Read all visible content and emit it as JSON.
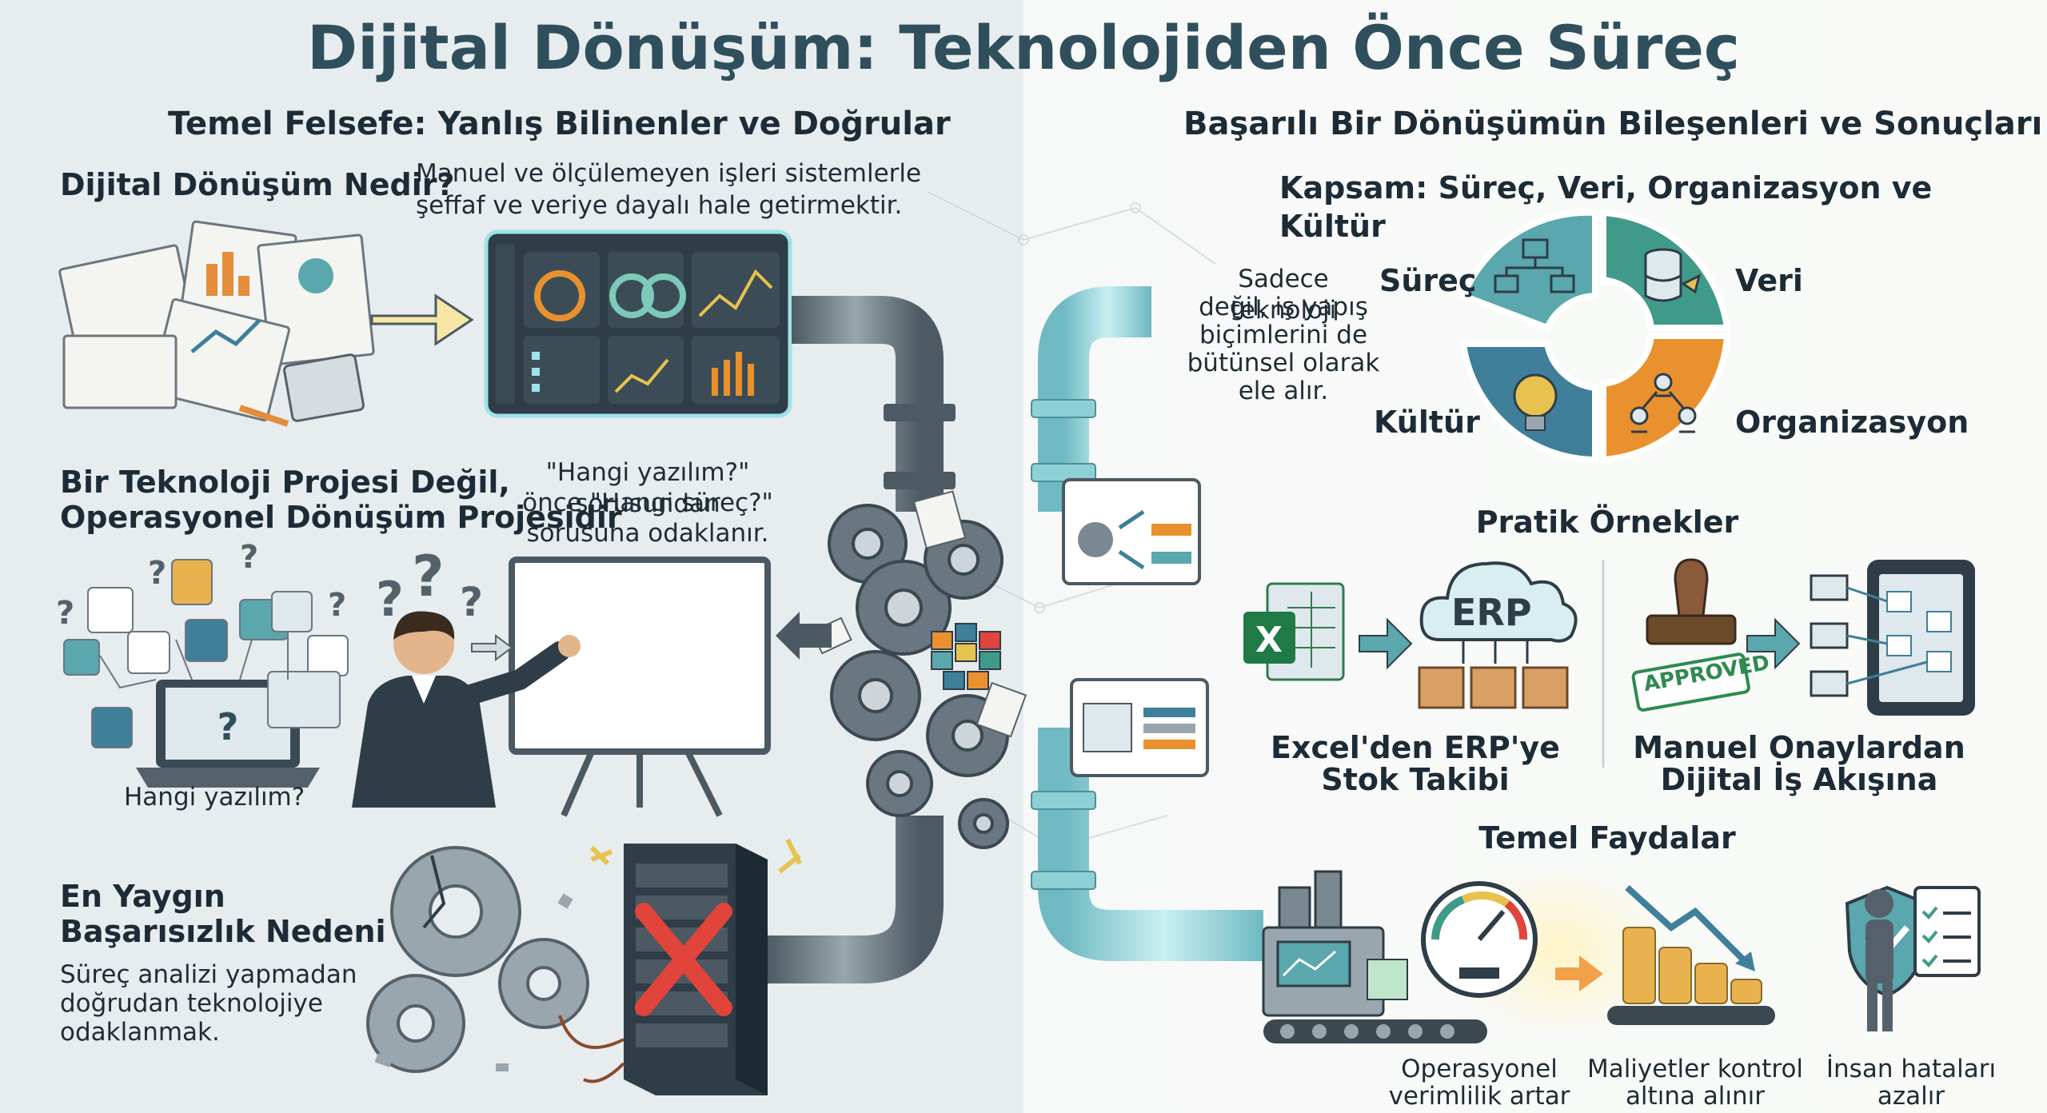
{
  "title": "Dijital Dönüşüm: Teknolojiden Önce Süreç",
  "left": {
    "header": "Temel Felsefe: Yanlış Bilinenler ve Doğrular",
    "what_is": {
      "heading": "Dijital Dönüşüm Nedir?",
      "line1": "Manuel ve ölçülemeyen işleri sistemlerle",
      "line2": "şeffaf ve veriye dayalı hale getirmektir."
    },
    "not_tech": {
      "heading1": "Bir Teknoloji Projesi Değil,",
      "heading2": "Operasyonel Dönüşüm Projesidir",
      "quote1": "\"Hangi yazılım?\" sorusundan",
      "quote2": "önce \"Hangi süreç?\"",
      "quote3": "sorusuna odaklanır.",
      "caption": "Hangi yazılım?"
    },
    "failure": {
      "heading1": "En Yaygın",
      "heading2": "Başarısızlık Nedeni",
      "line1": "Süreç analizi yapmadan",
      "line2": "doğrudan teknolojiye",
      "line3": "odaklanmak."
    }
  },
  "right": {
    "header": "Başarılı Bir Dönüşümün Bileşenleri ve Sonuçları",
    "scope": {
      "heading": "Kapsam: Süreç, Veri, Organizasyon ve Kültür",
      "note1": "Sadece teknoloji",
      "note2": "değil, iş yapış",
      "note3": "biçimlerini de",
      "note4": "bütünsel olarak",
      "note5": "ele alır.",
      "seg_process": "Süreç",
      "seg_data": "Veri",
      "seg_culture": "Kültür",
      "seg_org": "Organizasyon"
    },
    "examples": {
      "heading": "Pratik Örnekler",
      "erp_label": "ERP",
      "stamp_label": "APPROVED",
      "ex1_line1": "Excel'den ERP'ye",
      "ex1_line2": "Stok Takibi",
      "ex2_line1": "Manuel Onaylardan",
      "ex2_line2": "Dijital İş Akışına"
    },
    "benefits": {
      "heading": "Temel Faydalar",
      "b1_line1": "Operasyonel",
      "b1_line2": "verimlilik artar",
      "b2_line1": "Maliyetler kontrol",
      "b2_line2": "altına alınır",
      "b3_line1": "İnsan hataları",
      "b3_line2": "azalır"
    }
  },
  "colors": {
    "title": "#2f4f5c",
    "process": "#5aa7ad",
    "data": "#3f9a8a",
    "organization": "#e8912e",
    "culture": "#3f7f9a",
    "failure_x": "#e0443a",
    "pipe": "#8fcfd6"
  },
  "icons": [
    "paper-stack-icon",
    "dashboard-icon",
    "arrow-right-icon",
    "laptop-icon",
    "question-mark-icon",
    "presenter-icon",
    "whiteboard-icon",
    "broken-gears-icon",
    "server-rack-icon",
    "cross-icon",
    "gears-icon",
    "pipe-icon",
    "flowchart-icon",
    "database-icon",
    "lightbulb-icon",
    "people-network-icon",
    "excel-icon",
    "cloud-icon",
    "box-icon",
    "stamp-icon",
    "tablet-icon",
    "factory-icon",
    "gauge-icon",
    "coins-icon",
    "shield-check-icon",
    "checklist-icon"
  ]
}
